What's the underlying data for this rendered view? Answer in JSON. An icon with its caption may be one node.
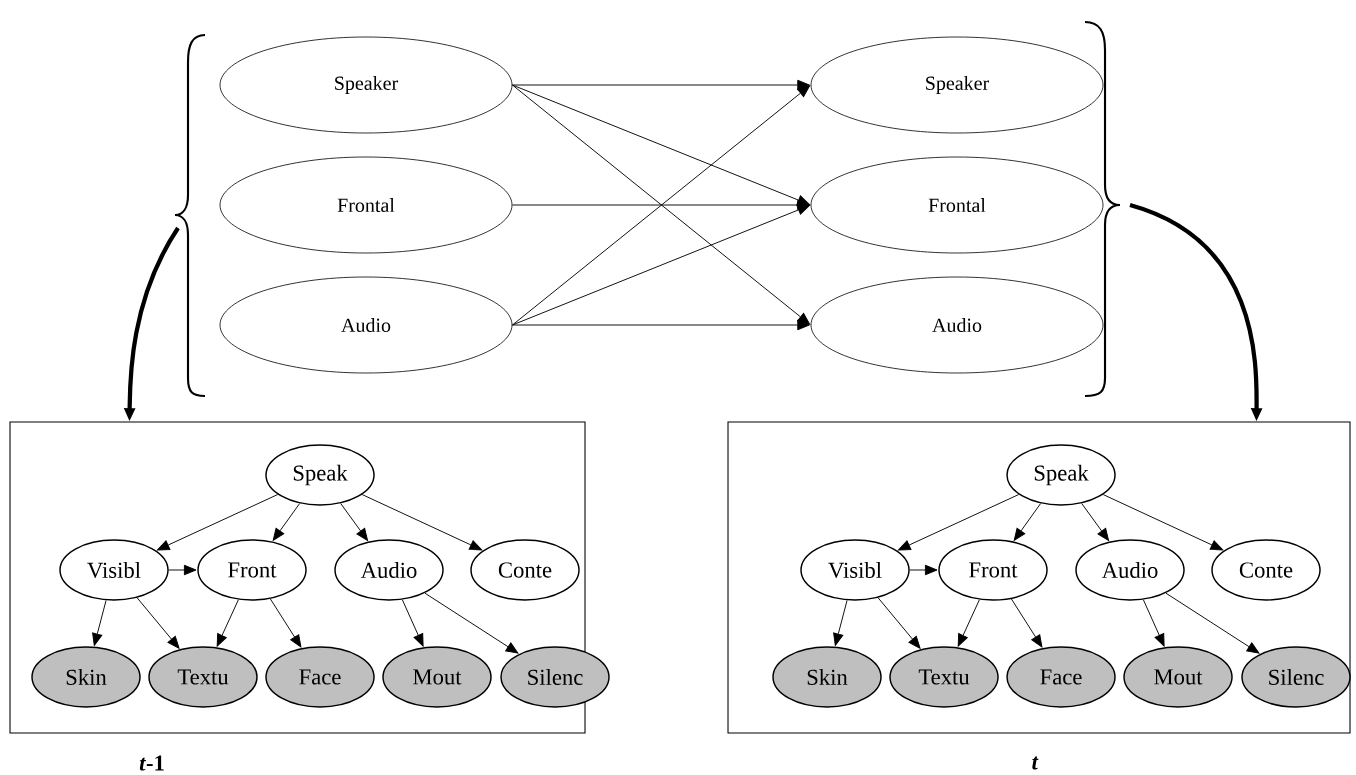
{
  "diagram": {
    "nodes": [
      {
        "text": [
          "Speaker"
        ]
      },
      {
        "text": [
          "Frontal"
        ]
      },
      {
        "text": [
          "Audio"
        ]
      },
      {
        "text": [
          "Speaker"
        ]
      },
      {
        "text": [
          "Frontal"
        ]
      },
      {
        "text": [
          "Audio"
        ]
      },
      {
        "text": [],
        "shape": "box",
        "beside": [
          "*t*-1"
        ]
      },
      {
        "text": [
          "Speak"
        ],
        "in": 6
      },
      {
        "text": [
          "Visibl"
        ],
        "in": 6
      },
      {
        "text": [
          "Front"
        ],
        "in": 6
      },
      {
        "text": [
          "Audio"
        ],
        "in": 6
      },
      {
        "text": [
          "Conte"
        ],
        "in": 6
      },
      {
        "text": [
          "Skin"
        ],
        "in": 6
      },
      {
        "text": [
          "Textu"
        ],
        "in": 6
      },
      {
        "text": [
          "Face"
        ],
        "in": 6
      },
      {
        "text": [
          "Mout"
        ],
        "in": 6
      },
      {
        "text": [
          "Silenc"
        ],
        "in": 6
      },
      {
        "text": [],
        "shape": "box",
        "beside": [
          "*t*"
        ]
      },
      {
        "text": [
          "Speak"
        ],
        "in": 17
      },
      {
        "text": [
          "Visibl"
        ],
        "in": 17
      },
      {
        "text": [
          "Front"
        ],
        "in": 17
      },
      {
        "text": [
          "Audio"
        ],
        "in": 17
      },
      {
        "text": [
          "Conte"
        ],
        "in": 17
      },
      {
        "text": [
          "Skin"
        ],
        "in": 17
      },
      {
        "text": [
          "Textu"
        ],
        "in": 17
      },
      {
        "text": [
          "Face"
        ],
        "in": 17
      },
      {
        "text": [
          "Mout"
        ],
        "in": 17
      },
      {
        "text": [
          "Silenc"
        ],
        "in": 17
      },
      {
        "text": [],
        "shape": "brace"
      },
      {
        "text": [],
        "shape": "brace"
      }
    ],
    "edges": [
      {
        "from": 0,
        "to": 3,
        "arrow": "to"
      },
      {
        "from": 0,
        "to": 4,
        "arrow": "to"
      },
      {
        "from": 0,
        "to": 5,
        "arrow": "to"
      },
      {
        "from": 1,
        "to": 4,
        "arrow": "to"
      },
      {
        "from": 2,
        "to": 3,
        "arrow": "to"
      },
      {
        "from": 2,
        "to": 4,
        "arrow": "to"
      },
      {
        "from": 2,
        "to": 5,
        "arrow": "to"
      },
      {
        "from": 28,
        "to": 6,
        "arrow": "to",
        "style": "thick"
      },
      {
        "from": 29,
        "to": 17,
        "arrow": "to",
        "style": "thick"
      },
      {
        "from": 7,
        "to": 8,
        "arrow": "to"
      },
      {
        "from": 7,
        "to": 9,
        "arrow": "to"
      },
      {
        "from": 7,
        "to": 10,
        "arrow": "to"
      },
      {
        "from": 7,
        "to": 11,
        "arrow": "to"
      },
      {
        "from": 8,
        "to": 9,
        "arrow": "to"
      },
      {
        "from": 8,
        "to": 12,
        "arrow": "to"
      },
      {
        "from": 8,
        "to": 13,
        "arrow": "to"
      },
      {
        "from": 9,
        "to": 13,
        "arrow": "to"
      },
      {
        "from": 9,
        "to": 14,
        "arrow": "to"
      },
      {
        "from": 10,
        "to": 15,
        "arrow": "to"
      },
      {
        "from": 10,
        "to": 16,
        "arrow": "to"
      },
      {
        "from": 18,
        "to": 19,
        "arrow": "to"
      },
      {
        "from": 18,
        "to": 20,
        "arrow": "to"
      },
      {
        "from": 18,
        "to": 21,
        "arrow": "to"
      },
      {
        "from": 18,
        "to": 22,
        "arrow": "to"
      },
      {
        "from": 19,
        "to": 20,
        "arrow": "to"
      },
      {
        "from": 19,
        "to": 23,
        "arrow": "to"
      },
      {
        "from": 19,
        "to": 24,
        "arrow": "to"
      },
      {
        "from": 20,
        "to": 24,
        "arrow": "to"
      },
      {
        "from": 20,
        "to": 25,
        "arrow": "to"
      },
      {
        "from": 21,
        "to": 26,
        "arrow": "to"
      },
      {
        "from": 21,
        "to": 27,
        "arrow": "to"
      }
    ]
  }
}
